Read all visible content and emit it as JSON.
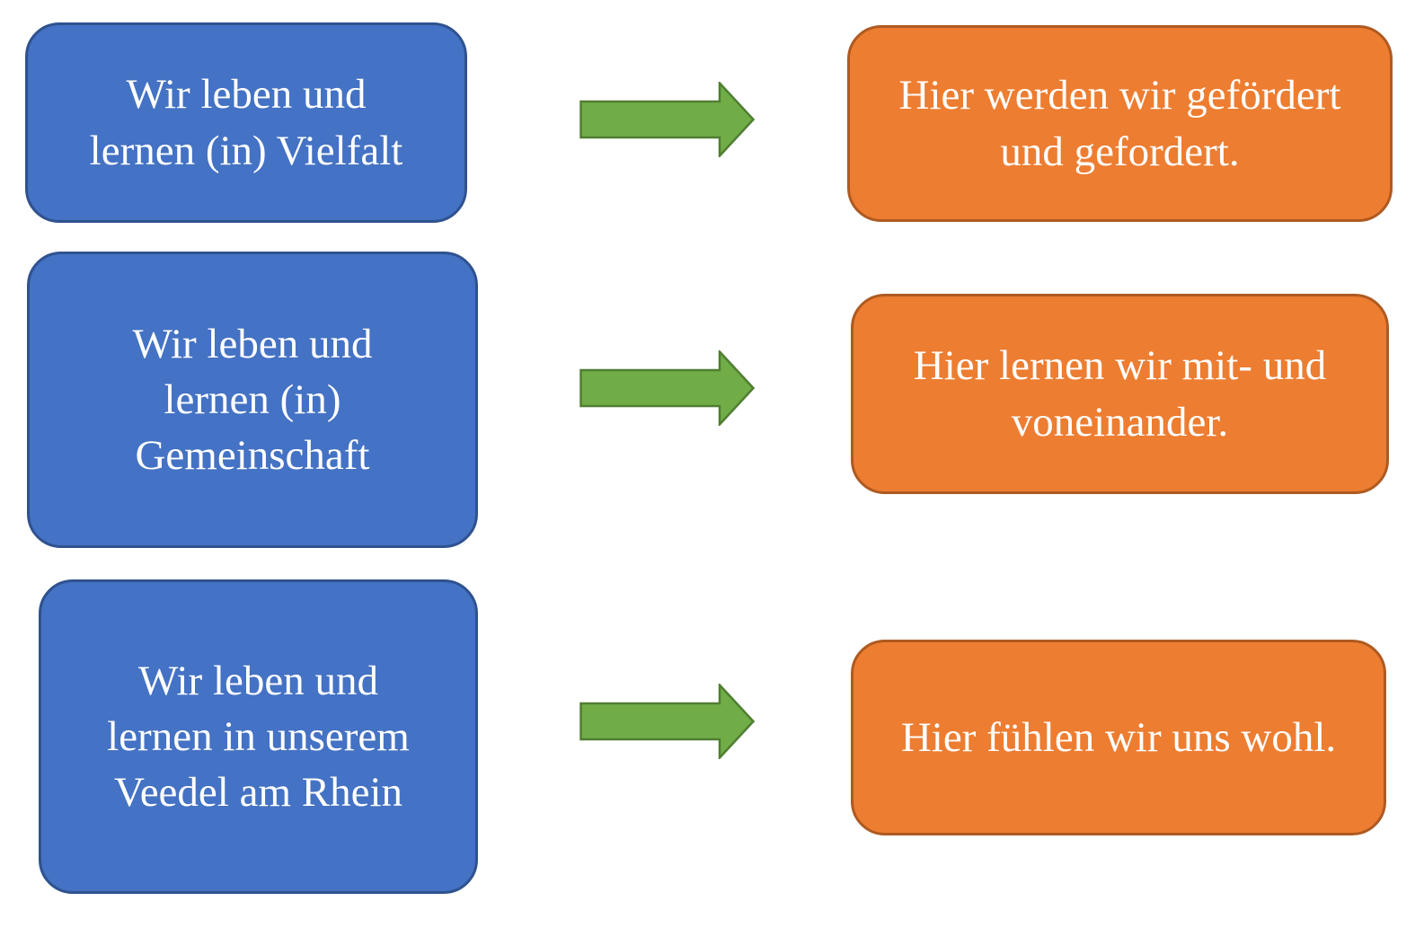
{
  "diagram": {
    "colors": {
      "background": "#FFFFFF",
      "left_fill": "#4472C4",
      "left_border": "#2F528F",
      "right_fill": "#ED7D31",
      "right_border": "#AE5A21",
      "arrow_fill": "#70AD47",
      "arrow_border": "#507E32",
      "text": "#FFFFFF"
    },
    "rows": [
      {
        "source": {
          "lines": [
            "Wir leben und",
            "lernen (in) Vielfalt"
          ]
        },
        "connector": "arrow-right",
        "result": {
          "lines": [
            "Hier werden wir gefördert",
            "und gefordert."
          ]
        }
      },
      {
        "source": {
          "lines": [
            "Wir leben und",
            "lernen (in)",
            "Gemeinschaft"
          ]
        },
        "connector": "arrow-right",
        "result": {
          "lines": [
            "Hier lernen wir mit- und",
            "voneinander."
          ]
        }
      },
      {
        "source": {
          "lines": [
            "Wir leben und",
            "lernen in unserem",
            "Veedel am Rhein"
          ]
        },
        "connector": "arrow-right",
        "result": {
          "lines": [
            "Hier fühlen wir uns wohl."
          ]
        }
      }
    ]
  }
}
